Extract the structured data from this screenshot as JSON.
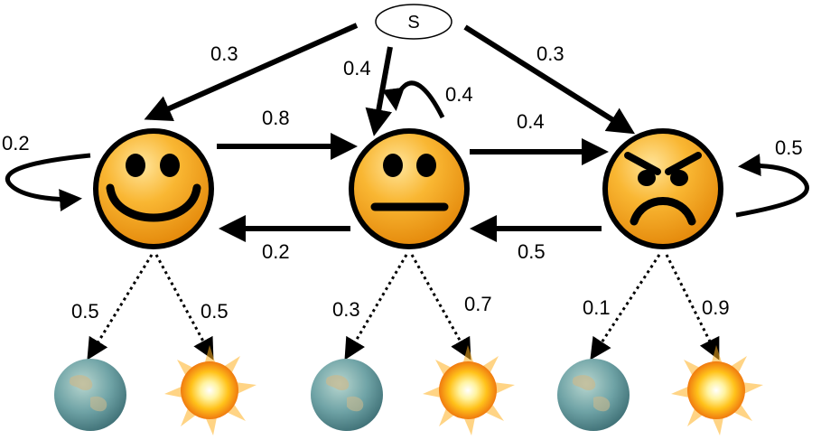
{
  "start": {
    "label": "S"
  },
  "states": [
    {
      "id": "happy",
      "icon": "happy-face-icon"
    },
    {
      "id": "neutral",
      "icon": "neutral-face-icon"
    },
    {
      "id": "angry",
      "icon": "angry-face-icon"
    }
  ],
  "initial_probs": {
    "happy": "0.3",
    "neutral": "0.4",
    "angry": "0.3"
  },
  "transitions": {
    "happy_self": "0.2",
    "happy_to_neutral": "0.8",
    "neutral_to_happy": "0.2",
    "neutral_self": "0.4",
    "neutral_to_angry": "0.4",
    "angry_to_neutral": "0.5",
    "angry_self": "0.5"
  },
  "emissions": {
    "happy": {
      "earth": "0.5",
      "explosion": "0.5"
    },
    "neutral": {
      "earth": "0.3",
      "explosion": "0.7"
    },
    "angry": {
      "earth": "0.1",
      "explosion": "0.9"
    }
  },
  "observation_icons": {
    "earth": "earth-planet-icon",
    "explosion": "explosion-icon"
  },
  "colors": {
    "face_fill": "#F7A51C",
    "face_highlight": "#FFE08A",
    "outline": "#000000",
    "planet": "#6FA3A6"
  }
}
